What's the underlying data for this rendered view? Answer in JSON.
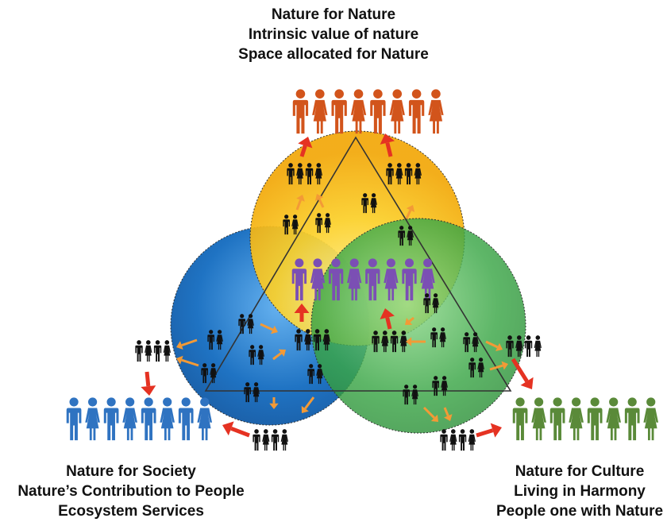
{
  "labels": {
    "top": [
      "Nature for Nature",
      "Intrinsic value of nature",
      "Space allocated for Nature"
    ],
    "left": [
      "Nature for Society",
      "Nature’s Contribution to People",
      "Ecosystem Services"
    ],
    "right": [
      "Nature for Culture",
      "Living in Harmony",
      "People one with Nature"
    ]
  },
  "colors": {
    "circle_top": "#f9c412",
    "circle_left": "#1f6fc0",
    "circle_right": "#3fa444",
    "people_top": "#d2541b",
    "people_left": "#2f73c1",
    "people_right": "#5a8a39",
    "people_center": "#7b4fb4",
    "arrow_red": "#e53222",
    "arrow_orange": "#f39a36"
  }
}
